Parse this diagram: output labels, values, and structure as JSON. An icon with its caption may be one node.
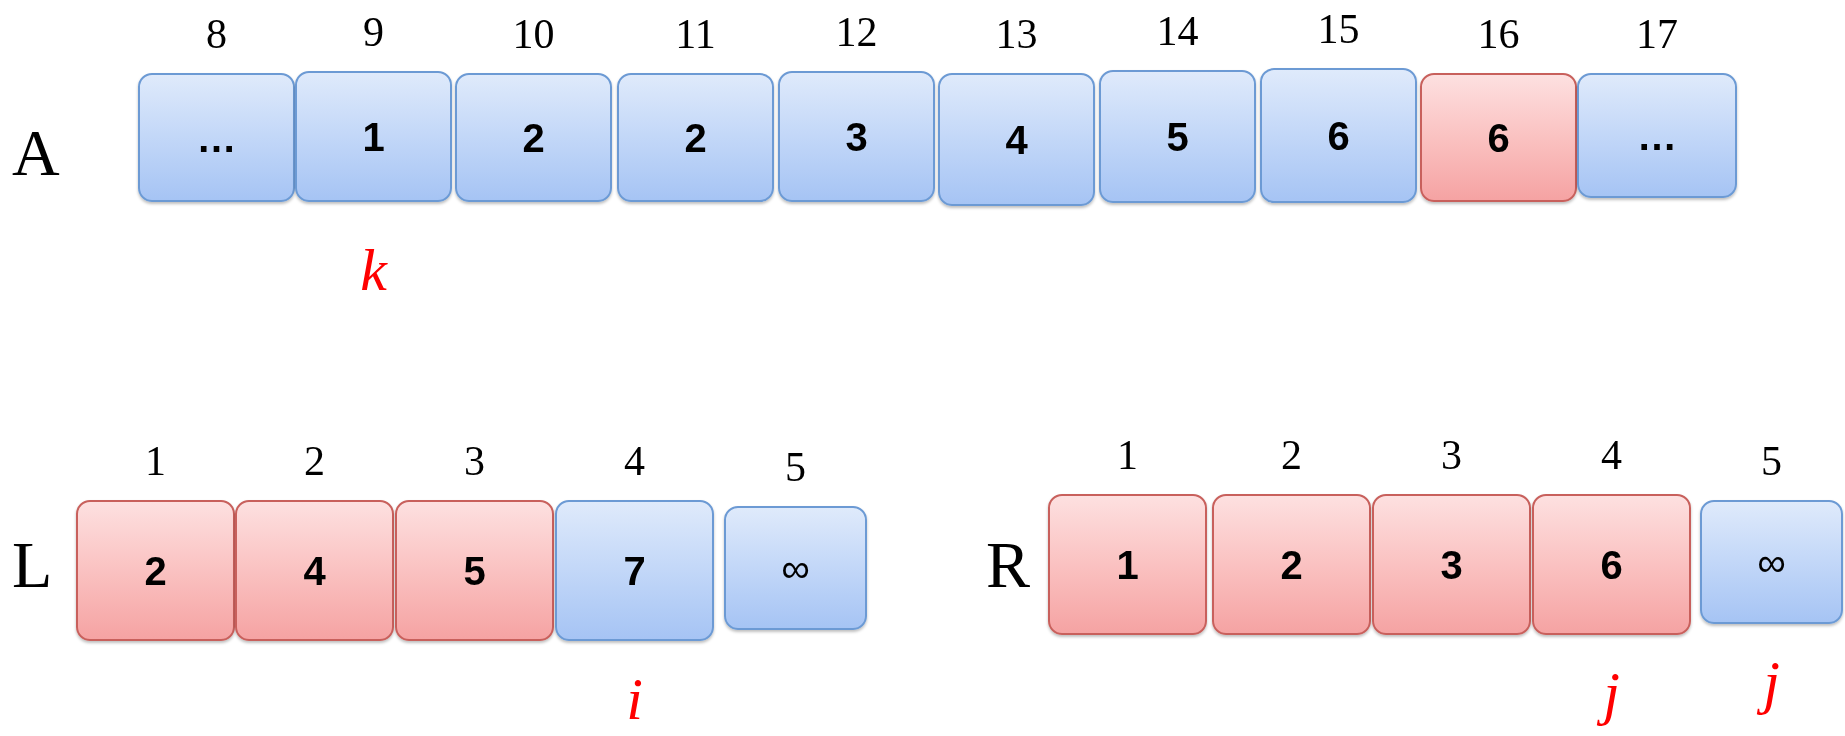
{
  "diagram": {
    "nodes": [
      {
        "text": [
          "…"
        ],
        "beside": [
          "8"
        ]
      },
      {
        "text": [
          "1"
        ],
        "beside": [
          "9",
          "k"
        ]
      },
      {
        "text": [
          "2"
        ],
        "beside": [
          "10"
        ]
      },
      {
        "text": [
          "2"
        ],
        "beside": [
          "11"
        ]
      },
      {
        "text": [
          "3"
        ],
        "beside": [
          "12"
        ]
      },
      {
        "text": [
          "4"
        ],
        "beside": [
          "13"
        ]
      },
      {
        "text": [
          "5"
        ],
        "beside": [
          "14"
        ]
      },
      {
        "text": [
          "6"
        ],
        "beside": [
          "15"
        ]
      },
      {
        "text": [
          "6"
        ],
        "beside": [
          "16"
        ]
      },
      {
        "text": [
          "…"
        ],
        "beside": [
          "17"
        ]
      },
      {
        "text": [
          "2"
        ],
        "beside": [
          "1"
        ]
      },
      {
        "text": [
          "4"
        ],
        "beside": [
          "2"
        ]
      },
      {
        "text": [
          "5"
        ],
        "beside": [
          "3"
        ]
      },
      {
        "text": [
          "7"
        ],
        "beside": [
          "4",
          "i"
        ]
      },
      {
        "text": [
          "∞"
        ],
        "beside": [
          "5"
        ]
      },
      {
        "text": [
          "1"
        ],
        "beside": [
          "1"
        ]
      },
      {
        "text": [
          "2"
        ],
        "beside": [
          "2"
        ]
      },
      {
        "text": [
          "3"
        ],
        "beside": [
          "3"
        ]
      },
      {
        "text": [
          "6"
        ],
        "beside": [
          "4",
          "j"
        ]
      },
      {
        "text": [
          "∞"
        ],
        "beside": [
          "5",
          "j"
        ]
      }
    ],
    "labels": [
      "A",
      "L",
      "R"
    ]
  }
}
